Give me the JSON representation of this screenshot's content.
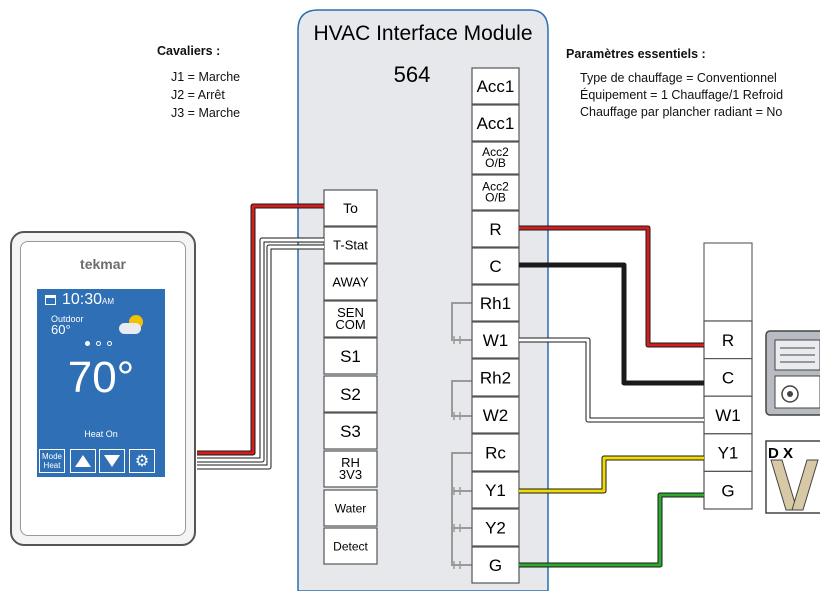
{
  "module": {
    "title": "HVAC Interface Module",
    "number": "564",
    "left_terminals": [
      "To",
      "T-Stat",
      "AWAY",
      "SEN COM",
      "S1",
      "S2",
      "S3",
      "RH 3V3",
      "Water",
      "Detect"
    ],
    "right_terminals": [
      "Acc1",
      "Acc1",
      "Acc2 O/B",
      "Acc2 O/B",
      "R",
      "C",
      "Rh1",
      "W1",
      "Rh2",
      "W2",
      "Rc",
      "Y1",
      "Y2",
      "G"
    ]
  },
  "jumpers": {
    "title": "Cavaliers :",
    "lines": [
      "J1 = Marche",
      "J2 = Arrêt",
      "J3 = Marche"
    ]
  },
  "params": {
    "title": "Paramètres essentiels :",
    "lines": [
      "Type de chauffage = Conventionnel",
      "Équipement = 1 Chauffage/1 Refroid",
      "Chauffage par plancher radiant = No"
    ]
  },
  "equipment": {
    "terminals": [
      "R",
      "C",
      "W1",
      "Y1",
      "G"
    ],
    "cooling_letters": "D X"
  },
  "thermostat": {
    "brand": "tekmar",
    "time": "10:30",
    "ampm": "AM",
    "outdoor_label": "Outdoor",
    "outdoor_temp": "60°",
    "temperature": "70°",
    "status": "Heat On",
    "mode_label_1": "Mode",
    "mode_label_2": "Heat"
  },
  "colors": {
    "screen": "#2f6fb5",
    "module_bg": "#e6e8ec",
    "module_border": "#2a6db0",
    "wire_red": "#d41e1e",
    "wire_yellow": "#f2dc00",
    "wire_green": "#2fa82f",
    "wire_black": "#1a1a1a"
  }
}
